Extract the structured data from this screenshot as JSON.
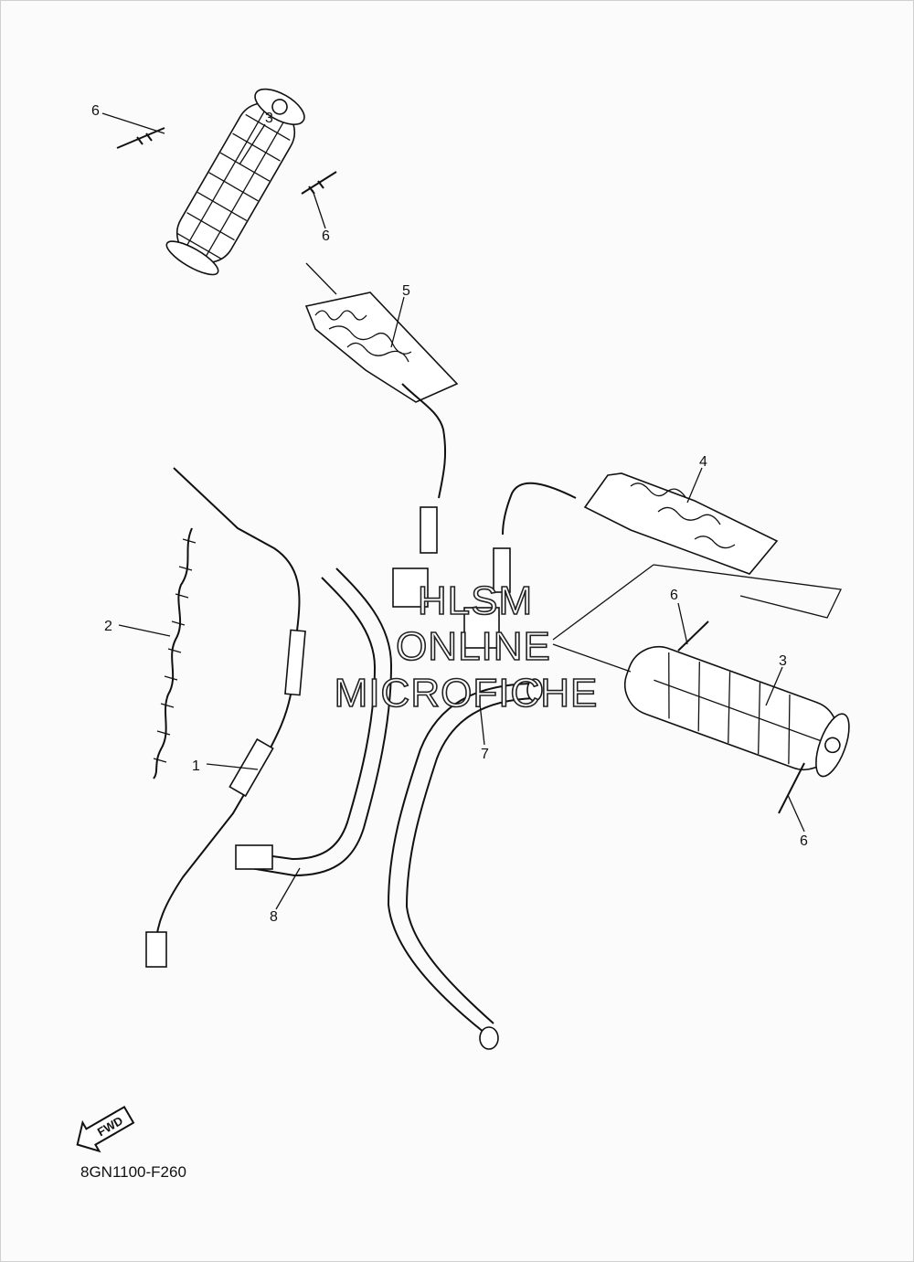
{
  "callouts": [
    {
      "id": "c6a",
      "label": "6"
    },
    {
      "id": "c3a",
      "label": "3"
    },
    {
      "id": "c6b",
      "label": "6"
    },
    {
      "id": "c5",
      "label": "5"
    },
    {
      "id": "c4",
      "label": "4"
    },
    {
      "id": "c2",
      "label": "2"
    },
    {
      "id": "c1",
      "label": "1"
    },
    {
      "id": "c6c",
      "label": "6"
    },
    {
      "id": "c3b",
      "label": "3"
    },
    {
      "id": "c7",
      "label": "7"
    },
    {
      "id": "c6d",
      "label": "6"
    },
    {
      "id": "c8",
      "label": "8"
    }
  ],
  "watermark": [
    "HLSM",
    "ONLINE",
    "MICROFICHE"
  ],
  "fwd_label": "FWD",
  "diagram_code": "8GN1100-F260"
}
